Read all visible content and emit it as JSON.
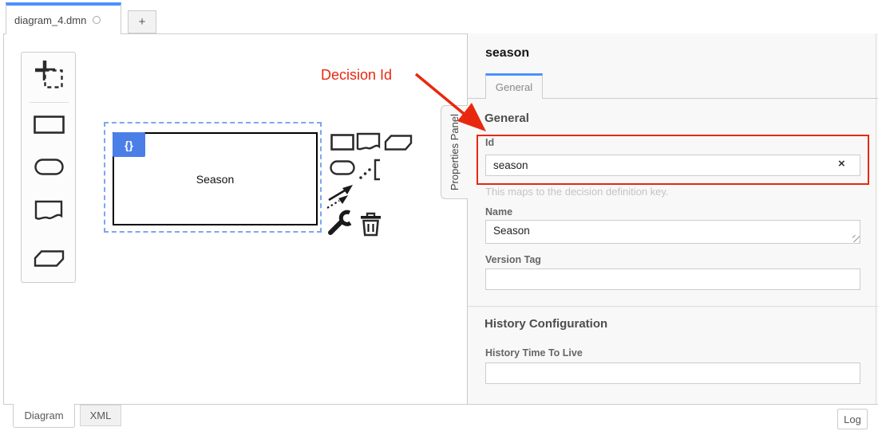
{
  "tab_bar": {
    "active_tab_label": "diagram_4.dmn",
    "new_tab_label": "+"
  },
  "palette": {
    "tools": [
      "lasso-tool",
      "create-decision",
      "create-input-data",
      "create-knowledge-source",
      "create-business-knowledge-model"
    ]
  },
  "canvas": {
    "decision_label": "Season",
    "decision_badge": "{}"
  },
  "context_pad": {
    "actions": [
      "append-decision",
      "append-knowledge-source",
      "append-business-knowledge-model",
      "append-input-data",
      "append-text-annotation",
      "connect",
      "change-type-wrench",
      "delete-trash"
    ]
  },
  "annotation": {
    "text": "Decision Id"
  },
  "properties_panel": {
    "handle_label": "Properties Panel",
    "header_title": "season",
    "tab_label": "General",
    "general": {
      "heading": "General",
      "id_label": "Id",
      "id_value": "season",
      "id_clear": "×",
      "id_help": "This maps to the decision definition key.",
      "name_label": "Name",
      "name_value": "Season",
      "version_label": "Version Tag",
      "version_value": ""
    },
    "history": {
      "heading": "History Configuration",
      "ttl_label": "History Time To Live",
      "ttl_value": ""
    }
  },
  "status_bar": {
    "diagram_tab": "Diagram",
    "xml_tab": "XML",
    "log_button": "Log"
  },
  "colors": {
    "accent_blue": "#4d90fe",
    "selection_blue": "#7da6f0",
    "badge_blue": "#4a7fe8",
    "annotation_red": "#e8280e"
  }
}
